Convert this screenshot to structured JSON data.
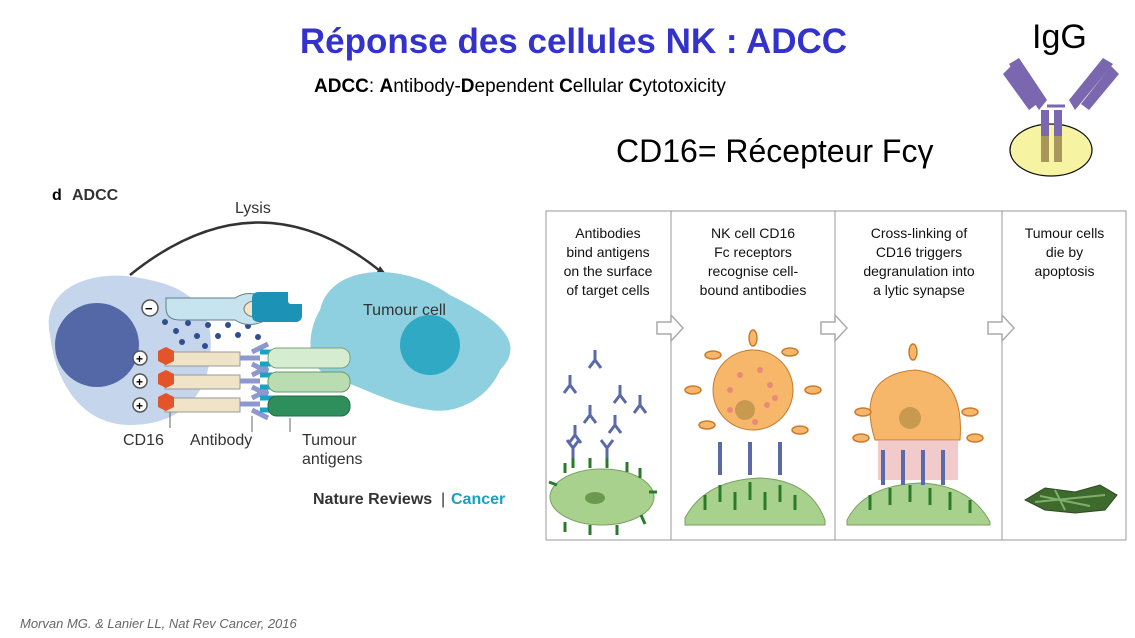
{
  "slide": {
    "title": "Réponse des cellules NK : ADCC",
    "subtitle_parts": [
      {
        "text": "ADCC",
        "bold": true
      },
      {
        "text": ": ",
        "bold": false
      },
      {
        "text": "A",
        "bold": true
      },
      {
        "text": "ntibody-",
        "bold": false
      },
      {
        "text": "D",
        "bold": true
      },
      {
        "text": "ependent ",
        "bold": false
      },
      {
        "text": "C",
        "bold": true
      },
      {
        "text": "ellular ",
        "bold": false
      },
      {
        "text": "C",
        "bold": true
      },
      {
        "text": "ytotoxicity",
        "bold": false
      }
    ],
    "cd16_label": "CD16= Récepteur Fcγ",
    "igg_label": "IgG",
    "credit": "Morvan MG. & Lanier LL, Nat Rev Cancer, 2016"
  },
  "left_figure": {
    "panel_letter": "d",
    "panel_title": "ADCC",
    "lysis": "Lysis",
    "tumour_cell": "Tumour cell",
    "cd16": "CD16",
    "antibody": "Antibody",
    "tumour_antigens_1": "Tumour",
    "tumour_antigens_2": "antigens",
    "minus_sign": "−",
    "plus_sign": "+",
    "journal": "Nature Reviews",
    "separator": "|",
    "journal_section": "Cancer"
  },
  "right_figure": {
    "panels": [
      {
        "lines": [
          "Antibodies",
          "bind antigens",
          "on the surface",
          "of target cells"
        ]
      },
      {
        "lines": [
          "NK cell CD16",
          "Fc receptors",
          "recognise cell-",
          "bound antibodies"
        ]
      },
      {
        "lines": [
          "Cross-linking of",
          "CD16 triggers",
          "degranulation into",
          "a lytic synapse"
        ]
      },
      {
        "lines": [
          "Tumour cells",
          "die by",
          "apoptosis"
        ]
      }
    ]
  },
  "colors": {
    "title": "#3333cc",
    "nk_cell": "#c5d6ec",
    "nk_nucleus": "#5468a8",
    "tumour_cell": "#8fd0e0",
    "tumour_nucleus": "#2fa9c4",
    "journal_accent": "#1b9fbf",
    "igg": "#7b66b0",
    "orange_cell": "#f7b76a",
    "green_cell": "#a9d18e"
  }
}
